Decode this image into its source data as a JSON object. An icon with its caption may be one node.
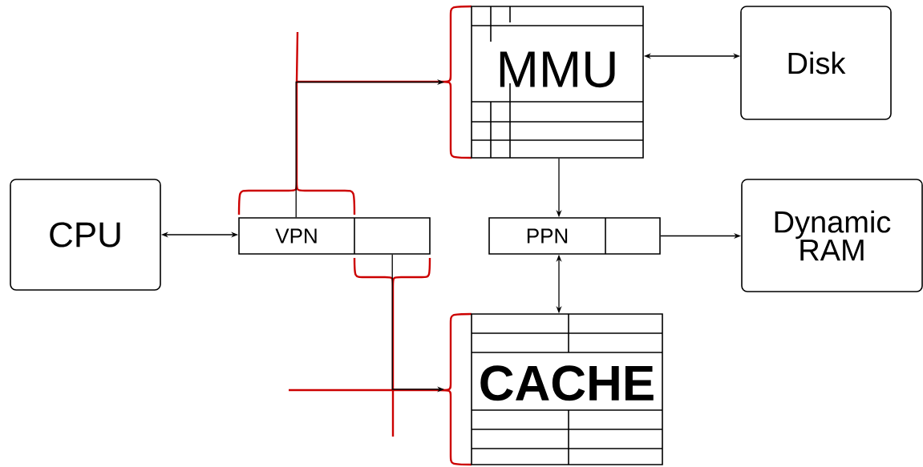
{
  "diagram": {
    "nodes": [
      {
        "text": [
          "CPU"
        ]
      },
      {
        "text": [
          "VPN"
        ]
      },
      {
        "text": [
          "MMU"
        ]
      },
      {
        "text": [
          "Disk"
        ]
      },
      {
        "text": [
          "PPN"
        ]
      },
      {
        "text": [
          "Dynamic RAM"
        ]
      },
      {
        "text": [
          "CACHE"
        ]
      }
    ],
    "edges": [
      {
        "from": 0,
        "to": 1,
        "arrow": "both"
      },
      {
        "from": 1,
        "to": 2,
        "arrow": "to"
      },
      {
        "from": 2,
        "to": 3,
        "arrow": "both"
      },
      {
        "from": 2,
        "to": 4,
        "arrow": "to"
      },
      {
        "from": 4,
        "to": 5,
        "arrow": "to"
      },
      {
        "from": 4,
        "to": 6,
        "arrow": "both"
      },
      {
        "from": 1,
        "to": 6,
        "arrow": "to"
      }
    ]
  }
}
